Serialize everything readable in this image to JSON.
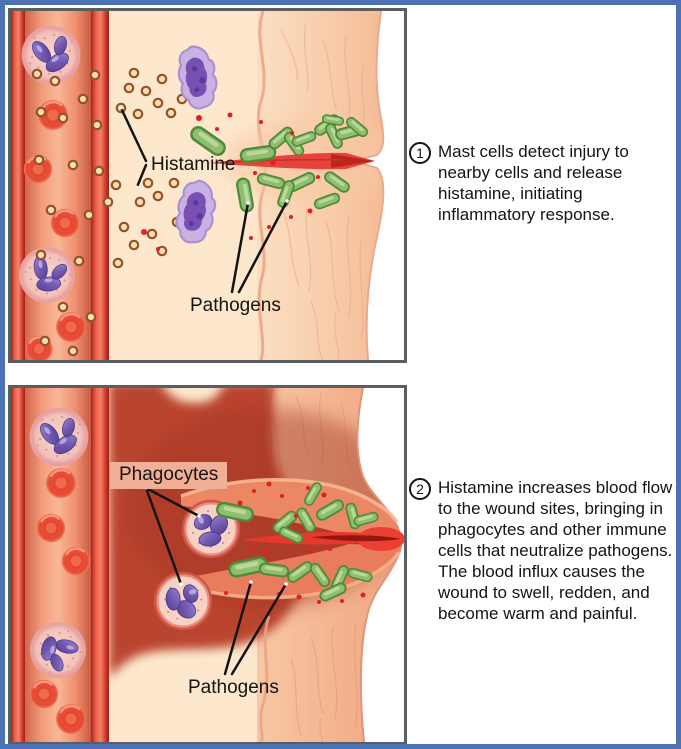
{
  "panels": {
    "top": {
      "labels": {
        "histamine": "Histamine",
        "pathogens": "Pathogens"
      }
    },
    "bottom": {
      "labels": {
        "phagocytes": "Phagocytes",
        "pathogens": "Pathogens"
      }
    }
  },
  "captions": [
    {
      "number": "1",
      "text": "Mast cells detect injury to nearby cells and release histamine, initiating inflammatory response."
    },
    {
      "number": "2",
      "text": "Histamine increases blood flow to the wound sites, bringing in phagocytes and other immune cells that neutralize pathogens. The blood influx causes the wound to swell, redden, and become warm and painful."
    }
  ],
  "colors": {
    "frame_border": "#4d72b3",
    "panel_border": "#595e62",
    "tissue_light": "#fde8cd",
    "inflamed_red": "#b8402c",
    "vessel_wall": "#d23b2b",
    "pathogen_green": "#8fbe6f",
    "mast_cell_purple": "#7a50b4",
    "label_box_bg": "#f0b098",
    "wound_red": "#e6392d",
    "text": "#141414"
  }
}
